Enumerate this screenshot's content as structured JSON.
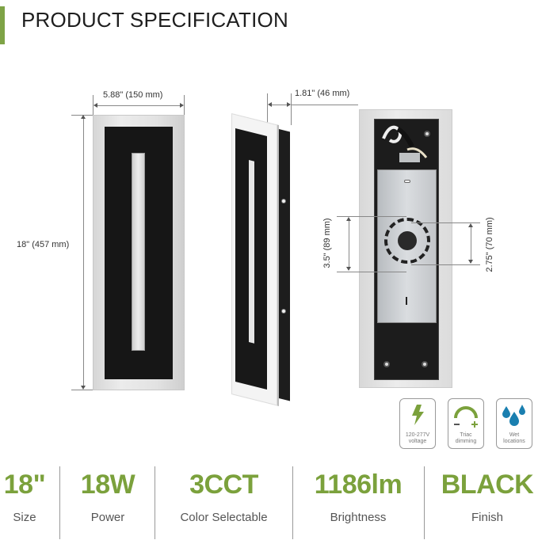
{
  "header": {
    "title": "PRODUCT SPECIFICATION",
    "accent_color": "#7ea346"
  },
  "dimensions": {
    "width": "5.88\" (150 mm)",
    "depth": "1.81\" (46 mm)",
    "height": "18\" (457 mm)",
    "mount_vertical": "3.5\" (89 mm)",
    "mount_inner": "2.75\" (70 mm)"
  },
  "views": {
    "front": "front-view",
    "side": "side-view",
    "back": "back-view"
  },
  "feature_icons": [
    {
      "icon": "lightning-bolt-icon",
      "line1": "120-277V",
      "line2": "voltage"
    },
    {
      "icon": "dimmer-arc-icon",
      "line1": "Triac",
      "line2": "dimming"
    },
    {
      "icon": "water-drops-icon",
      "line1": "Wet",
      "line2": "locations"
    }
  ],
  "specs": [
    {
      "value": "18\"",
      "label": "Size"
    },
    {
      "value": "18W",
      "label": "Power"
    },
    {
      "value": "3CCT",
      "label": "Color Selectable"
    },
    {
      "value": "1186lm",
      "label": "Brightness"
    },
    {
      "value": "BLACK",
      "label": "Finish"
    }
  ],
  "colors": {
    "spec_value": "#7ba13c",
    "spec_label": "#555555",
    "icon_green": "#7ba13c",
    "icon_blue": "#1a7fb0"
  }
}
